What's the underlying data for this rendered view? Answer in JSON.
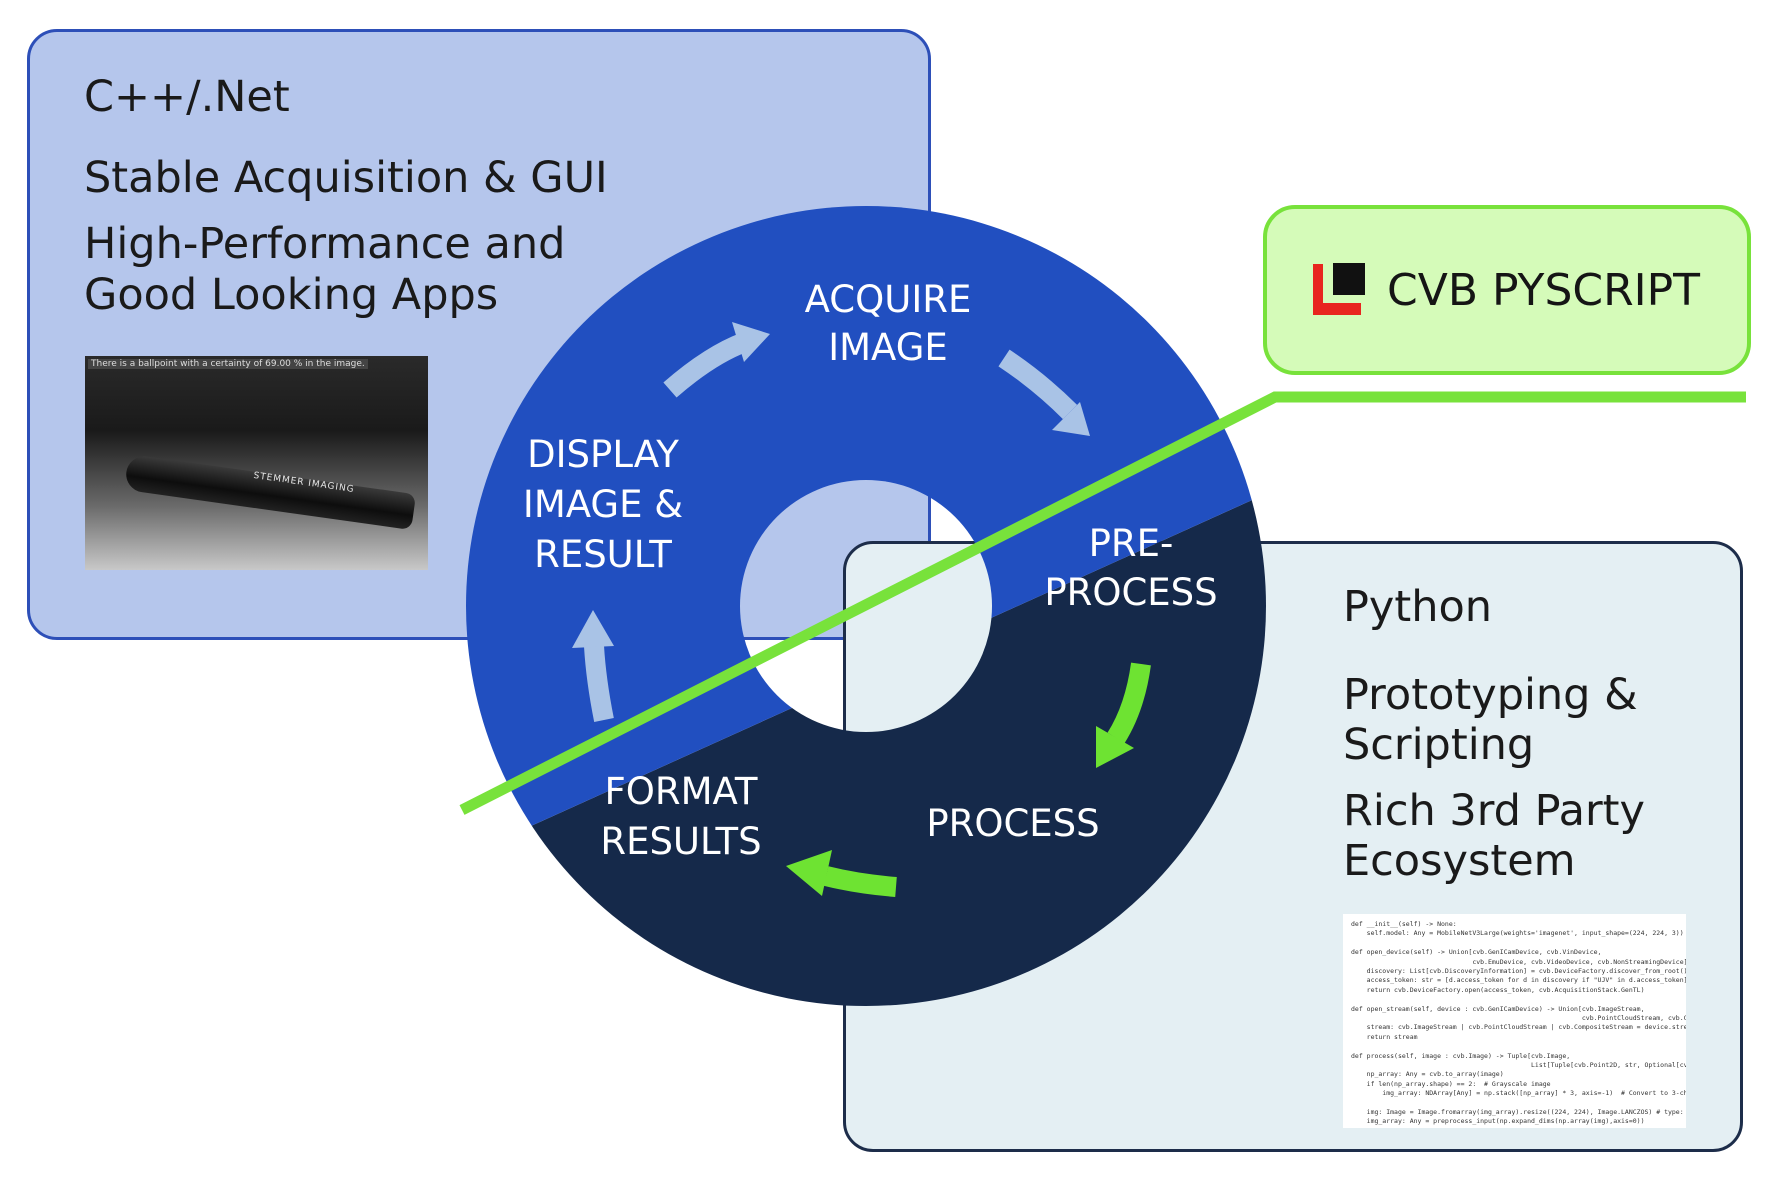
{
  "cpp_panel": {
    "title": "C++/.Net",
    "line1": "Stable Acquisition & GUI",
    "line2a": "High-Performance and",
    "line2b": "Good Looking Apps",
    "photo_caption": "There is a ballpoint with a certainty of 69.00 % in the image.",
    "photo_brand": "STEMMER IMAGING"
  },
  "python_panel": {
    "title": "Python",
    "line1a": "Prototyping &",
    "line1b": "Scripting",
    "line2a": "Rich 3rd Party",
    "line2b": "Ecosystem",
    "code_lines": [
      "def __init__(self) -> None:",
      "    self.model: Any = MobileNetV3Large(weights='imagenet', input_shape=(224, 224, 3))",
      "",
      "def open_device(self) -> Union[cvb.GenICamDevice, cvb.VinDevice,",
      "                               cvb.EmuDevice, cvb.VideoDevice, cvb.NonStreamingDevice]",
      "    discovery: List[cvb.DiscoveryInformation] = cvb.DeviceFactory.discover_from_root()",
      "    access_token: str = [d.access_token for d in discovery if \"UJV\" in d.access_token]",
      "    return cvb.DeviceFactory.open(access_token, cvb.AcquisitionStack.GenTL)",
      "",
      "def open_stream(self, device : cvb.GenICamDevice) -> Union[cvb.ImageStream,",
      "                                                           cvb.PointCloudStream, cvb.Co",
      "    stream: cvb.ImageStream | cvb.PointCloudStream | cvb.CompositeStream = device.strea",
      "    return stream",
      "",
      "def process(self, image : cvb.Image) -> Tuple[cvb.Image,",
      "                                              List[Tuple[cvb.Point2D, str, Optional[cvb",
      "    np_array: Any = cvb.to_array(image)",
      "    if len(np_array.shape) == 2:  # Grayscale image",
      "        img_array: NDArray[Any] = np.stack([np_array] * 3, axis=-1)  # Convert to 3-chan",
      "",
      "    img: Image = Image.fromarray(img_array).resize((224, 224), Image.LANCZOS) # type: ig",
      "    img_array: Any = preprocess_input(np.expand_dims(np.array(img),axis=0))"
    ]
  },
  "cvb_panel": {
    "label": "CVB PYSCRIPT"
  },
  "cycle": {
    "acquire": [
      "ACQUIRE",
      "IMAGE"
    ],
    "preprocess": [
      "PRE-",
      "PROCESS"
    ],
    "process": [
      "PROCESS"
    ],
    "format": [
      "FORMAT",
      "RESULTS"
    ],
    "display": [
      "DISPLAY",
      "IMAGE &",
      "RESULT"
    ]
  },
  "colors": {
    "ring_top": "#214fc0",
    "ring_bottom": "#15294a",
    "arrow_light": "#a9c3e6",
    "arrow_green": "#6ee332",
    "divider": "#78e23b",
    "cpp_panel_bg": "#b5c6ec",
    "python_panel_bg": "#e4eff3",
    "cvb_panel_bg": "#d5fbb9",
    "logo_red": "#e8251e"
  }
}
